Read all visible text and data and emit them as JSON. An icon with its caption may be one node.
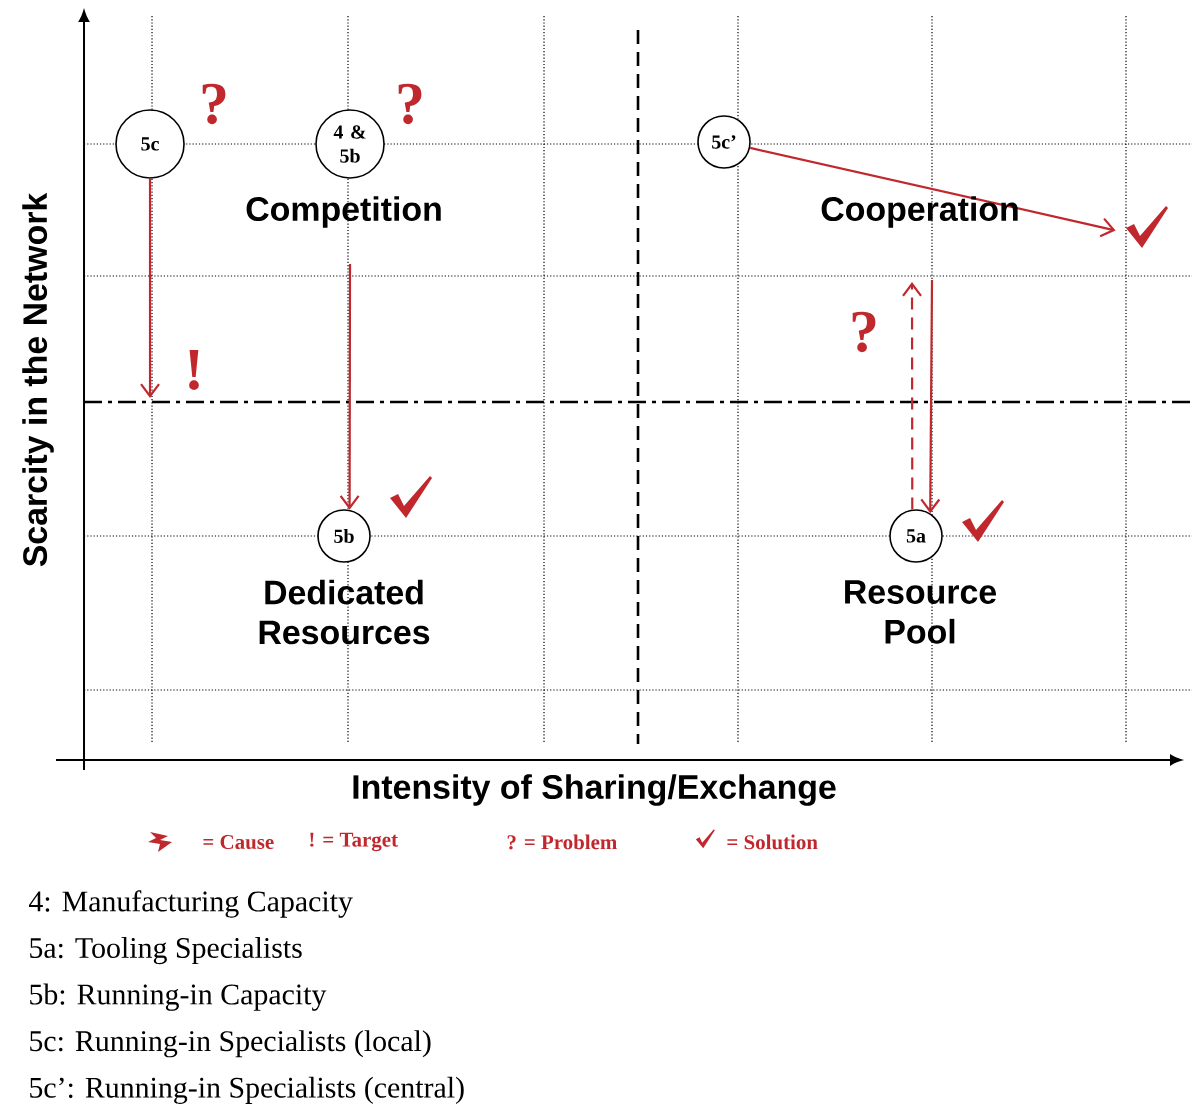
{
  "diagram": {
    "nodes": [
      {
        "text": [
          "5c"
        ]
      },
      {
        "text": [
          "4 & 5b"
        ]
      },
      {
        "text": [
          "5c’"
        ]
      },
      {
        "text": [
          "5b"
        ]
      },
      {
        "text": [
          "5a"
        ]
      },
      {
        "text": [],
        "shape": "check"
      }
    ],
    "edges": [
      {
        "from": 0,
        "to": null,
        "arrow": "to"
      },
      {
        "from": null,
        "to": 3,
        "arrow": "to"
      },
      {
        "from": 2,
        "to": 5,
        "arrow": "to"
      },
      {
        "from": 4,
        "to": null,
        "arrow": "to",
        "style": "dashed"
      },
      {
        "from": null,
        "to": 4,
        "arrow": "to"
      }
    ],
    "labels": [
      "?",
      "?",
      "Competition",
      "Cooperation",
      "?",
      "!",
      "Dedicated Resources",
      "Resource Pool",
      "Scarcity in the Network",
      "Intensity of Sharing/Exchange",
      "4: Manufacturing Capacity",
      "5a: Tooling Specialists",
      "5b: Running-in Capacity",
      "5c: Running-in Specialists (local)",
      "5c’: Running-in Specialists (central)"
    ],
    "legend": [
      {
        "text": "= Cause"
      },
      {
        "text": "! = Target"
      },
      {
        "text": "? = Problem"
      },
      {
        "text": "= Solution"
      }
    ]
  }
}
